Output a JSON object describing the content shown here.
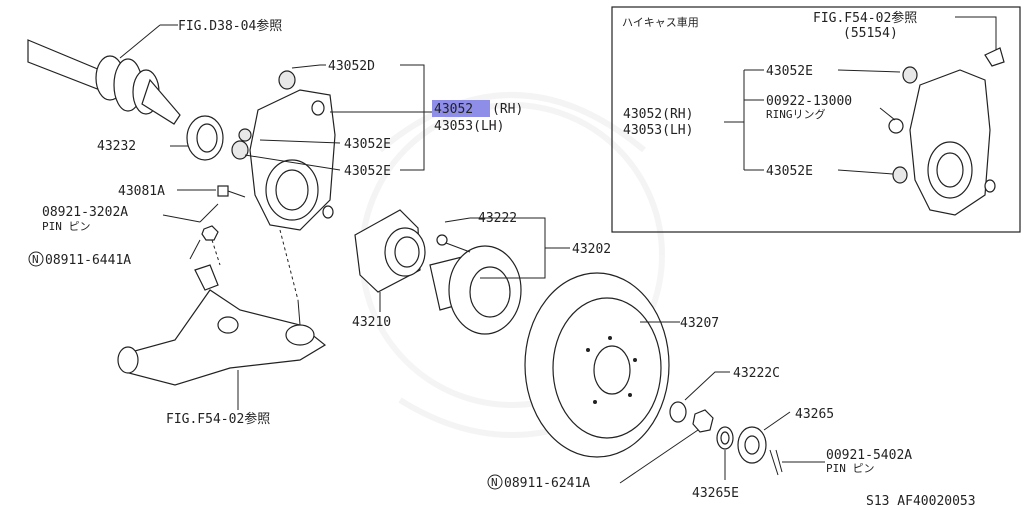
{
  "labels": {
    "fig_d38": "FIG.D38-04参照",
    "p43052d": "43052D",
    "p43052_rh_a": "43052",
    "p43052_rh_b": "(RH)",
    "p43053_lh": "43053(LH)",
    "p43232": "43232",
    "p43052e_1": "43052E",
    "p43052e_2": "43052E",
    "p43081a": "43081A",
    "p08921_3202a": "08921-3202A",
    "pin_1": "PIN ピン",
    "p08911_6441a": "08911-6441A",
    "p43222": "43222",
    "p43202": "43202",
    "p43210": "43210",
    "p43207": "43207",
    "fig_f54": "FIG.F54-02参照",
    "p43222c": "43222C",
    "p43265": "43265",
    "p08911_6241a": "08911-6241A",
    "p43265e": "43265E",
    "p00921_5402a": "00921-5402A",
    "pin_2": "PIN ピン",
    "diagram_code": "S13  AF40020053",
    "nut_prefix": "N"
  },
  "inset": {
    "title": "ハイキャス車用",
    "fig_f54": "FIG.F54-02参照",
    "p55154": "(55154)",
    "p43052e_top": "43052E",
    "p00922": "00922-13000",
    "ring": "RINGリング",
    "p43052_rh": "43052(RH)",
    "p43053_lh": "43053(LH)",
    "p43052e_bot": "43052E"
  },
  "colors": {
    "highlight": "#8e8ee8"
  }
}
